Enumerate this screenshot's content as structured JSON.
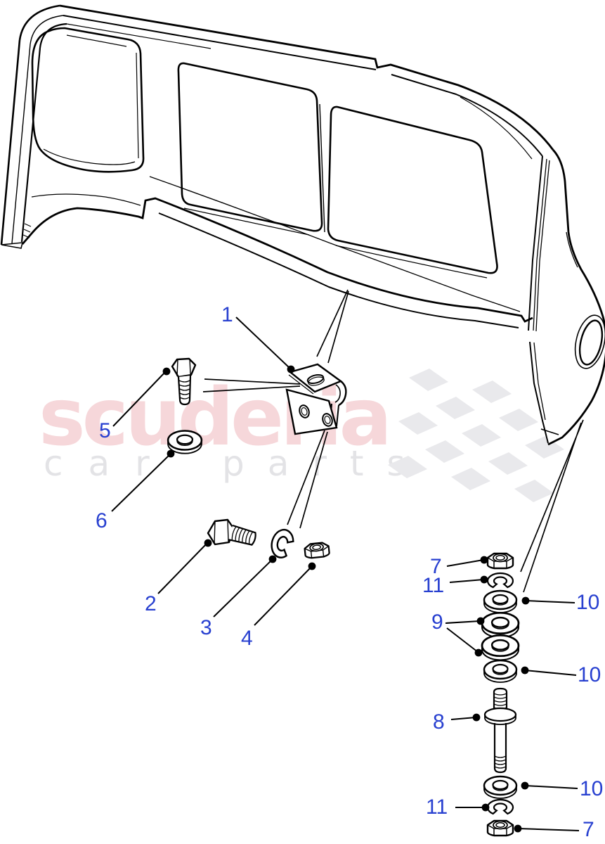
{
  "watermark": {
    "brand": "scuderia",
    "tagline_word1": "car",
    "tagline_word2": "parts",
    "brand_color": "#f6d7da",
    "tagline_color": "#e3e3e6"
  },
  "flag_color": "#e9e9ec",
  "callout_color": "#2840d0",
  "line_color": "#000000",
  "callouts": [
    {
      "label": "1"
    },
    {
      "label": "5"
    },
    {
      "label": "6"
    },
    {
      "label": "2"
    },
    {
      "label": "3"
    },
    {
      "label": "4"
    },
    {
      "label": "7"
    },
    {
      "label": "11"
    },
    {
      "label": "10"
    },
    {
      "label": "9"
    },
    {
      "label": "10"
    },
    {
      "label": "8"
    },
    {
      "label": "10"
    },
    {
      "label": "11"
    },
    {
      "label": "7"
    }
  ]
}
